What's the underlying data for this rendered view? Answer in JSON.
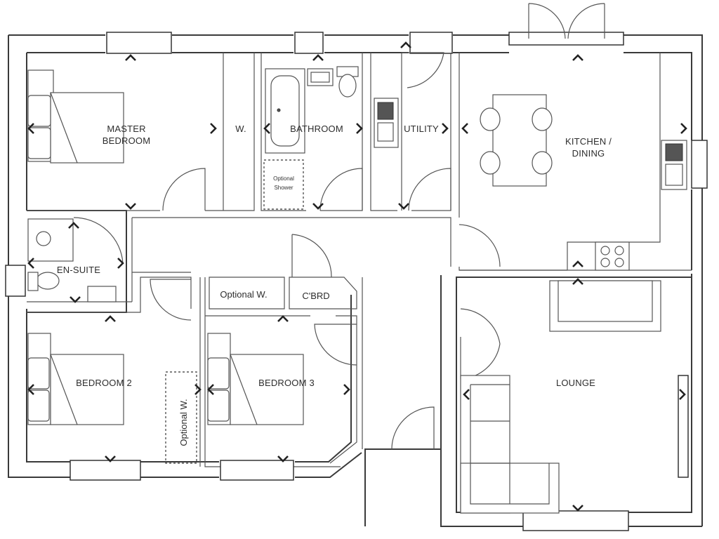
{
  "rooms": {
    "master_bedroom": {
      "line1": "MASTER",
      "line2": "BEDROOM"
    },
    "wardrobe": "W.",
    "bathroom": "BATHROOM",
    "optional_shower": {
      "line1": "Optional",
      "line2": "Shower"
    },
    "utility": "UTILITY",
    "kitchen_dining": {
      "line1": "KITCHEN /",
      "line2": "DINING"
    },
    "en_suite": "EN-SUITE",
    "optional_w_top": "Optional W.",
    "cupboard": "C'BRD",
    "bedroom_2": "BEDROOM 2",
    "optional_w_side": "Optional W.",
    "bedroom_3": "BEDROOM 3",
    "lounge": "LOUNGE"
  }
}
